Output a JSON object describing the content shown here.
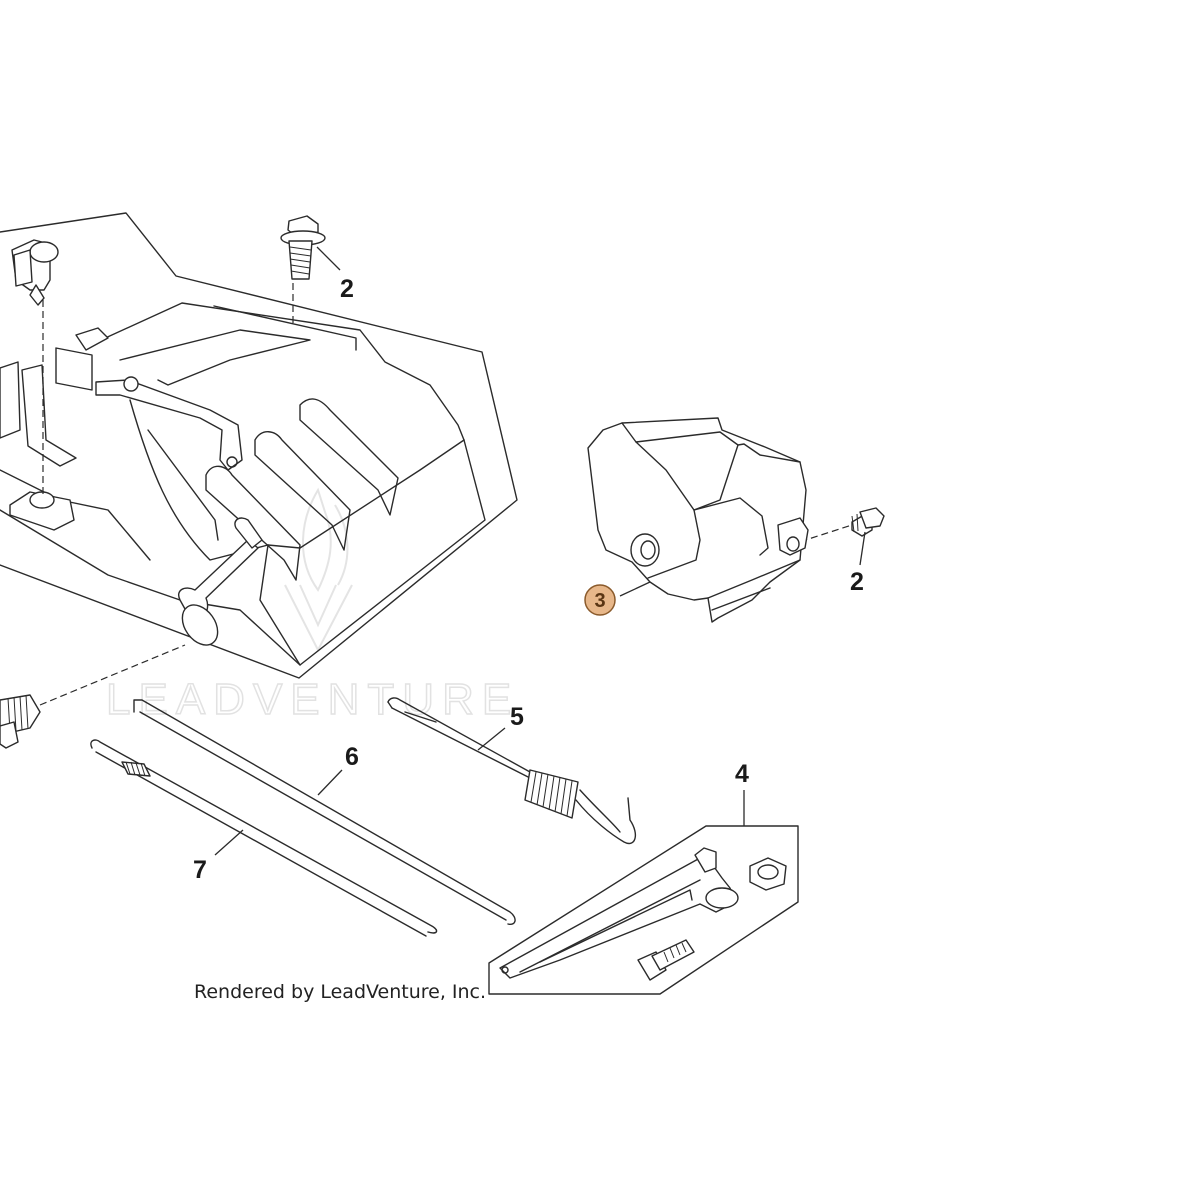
{
  "watermark": {
    "text": "LEADVENTURE"
  },
  "credit": {
    "text": "Rendered by LeadVenture, Inc."
  },
  "callouts": {
    "c2a": "2",
    "c2b": "2",
    "c3": "3",
    "c4": "4",
    "c5": "5",
    "c6": "6",
    "c7": "7"
  },
  "colors": {
    "line": "#2b2b2b",
    "highlight_fill": "#e7b78a",
    "highlight_stroke": "#8a5a2b",
    "watermark": "#e2e2e2",
    "background": "#ffffff"
  }
}
